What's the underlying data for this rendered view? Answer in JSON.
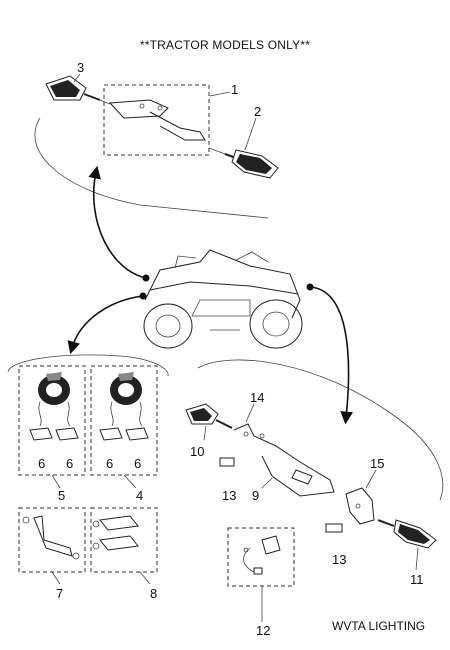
{
  "header": {
    "title": "**TRACTOR MODELS ONLY**"
  },
  "footer": {
    "caption": "WVTA LIGHTING"
  },
  "callouts": {
    "c1": "1",
    "c2": "2",
    "c3": "3",
    "c4": "4",
    "c5": "5",
    "c6a": "6",
    "c6b": "6",
    "c6c": "6",
    "c6d": "6",
    "c7": "7",
    "c8": "8",
    "c9": "9",
    "c10": "10",
    "c11": "11",
    "c12": "12",
    "c13a": "13",
    "c13b": "13",
    "c14": "14",
    "c15": "15"
  }
}
